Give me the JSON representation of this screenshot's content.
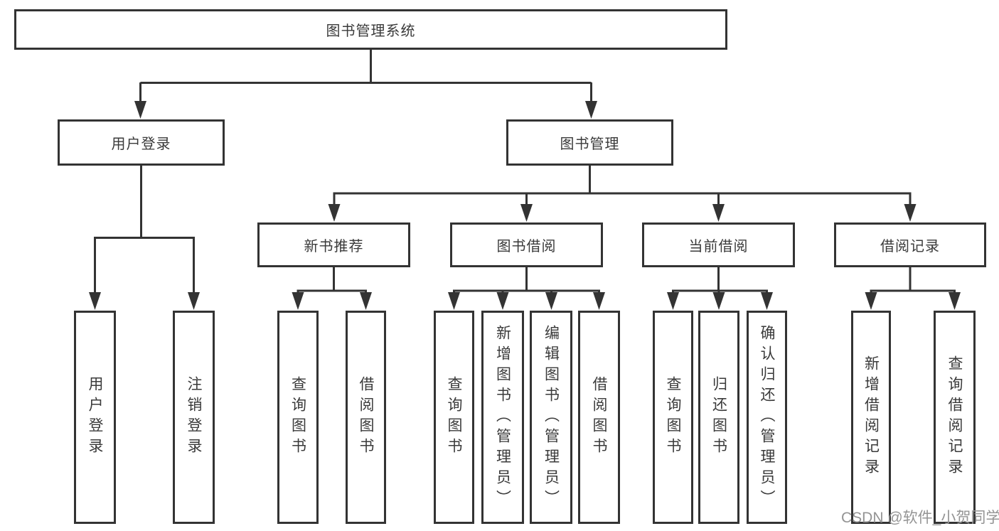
{
  "diagram_title": "图书管理系统",
  "colors": {
    "line": "#333333",
    "text": "#3a3a3a",
    "box-bg": "#ffffff",
    "watermark": "#949494",
    "bg": "#ffffff"
  },
  "nodes": {
    "root": {
      "label": "图书管理系统"
    },
    "level2": [
      {
        "label": "用户登录"
      },
      {
        "label": "图书管理"
      }
    ],
    "level3": [
      {
        "label": "新书推荐"
      },
      {
        "label": "图书借阅"
      },
      {
        "label": "当前借阅"
      },
      {
        "label": "借阅记录"
      }
    ],
    "leaves": {
      "user_login": [
        {
          "label": "用户登录"
        },
        {
          "label": "注销登录"
        }
      ],
      "new_book_rec": [
        {
          "label": "查询图书"
        },
        {
          "label": "借阅图书"
        }
      ],
      "book_borrow": [
        {
          "label": "查询图书"
        },
        {
          "label": "新增图书（管理员）"
        },
        {
          "label": "编辑图书（管理员）"
        },
        {
          "label": "借阅图书"
        }
      ],
      "current_borrow": [
        {
          "label": "查询图书"
        },
        {
          "label": "归还图书"
        },
        {
          "label": "确认归还（管理员）"
        }
      ],
      "borrow_record": [
        {
          "label": "新增借阅记录"
        },
        {
          "label": "查询借阅记录"
        }
      ]
    }
  },
  "watermark": "CSDN @软件_小贺同学"
}
